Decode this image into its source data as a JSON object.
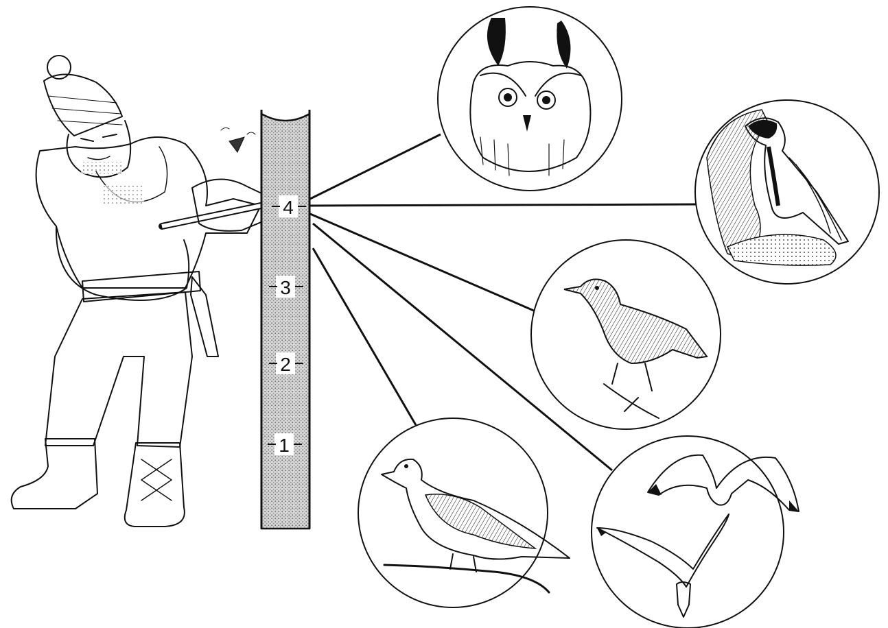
{
  "trunk_labels": [
    "1",
    "2",
    "3",
    "4"
  ],
  "highlighted_level": "4",
  "birds": [
    {
      "name": "owl-icon"
    },
    {
      "name": "tit-icon"
    },
    {
      "name": "starling-icon"
    },
    {
      "name": "dove-icon"
    },
    {
      "name": "gull-icon"
    }
  ],
  "colors": {
    "ink": "#111111",
    "trunk_fill": "#c8c8c8",
    "paper": "#ffffff"
  }
}
